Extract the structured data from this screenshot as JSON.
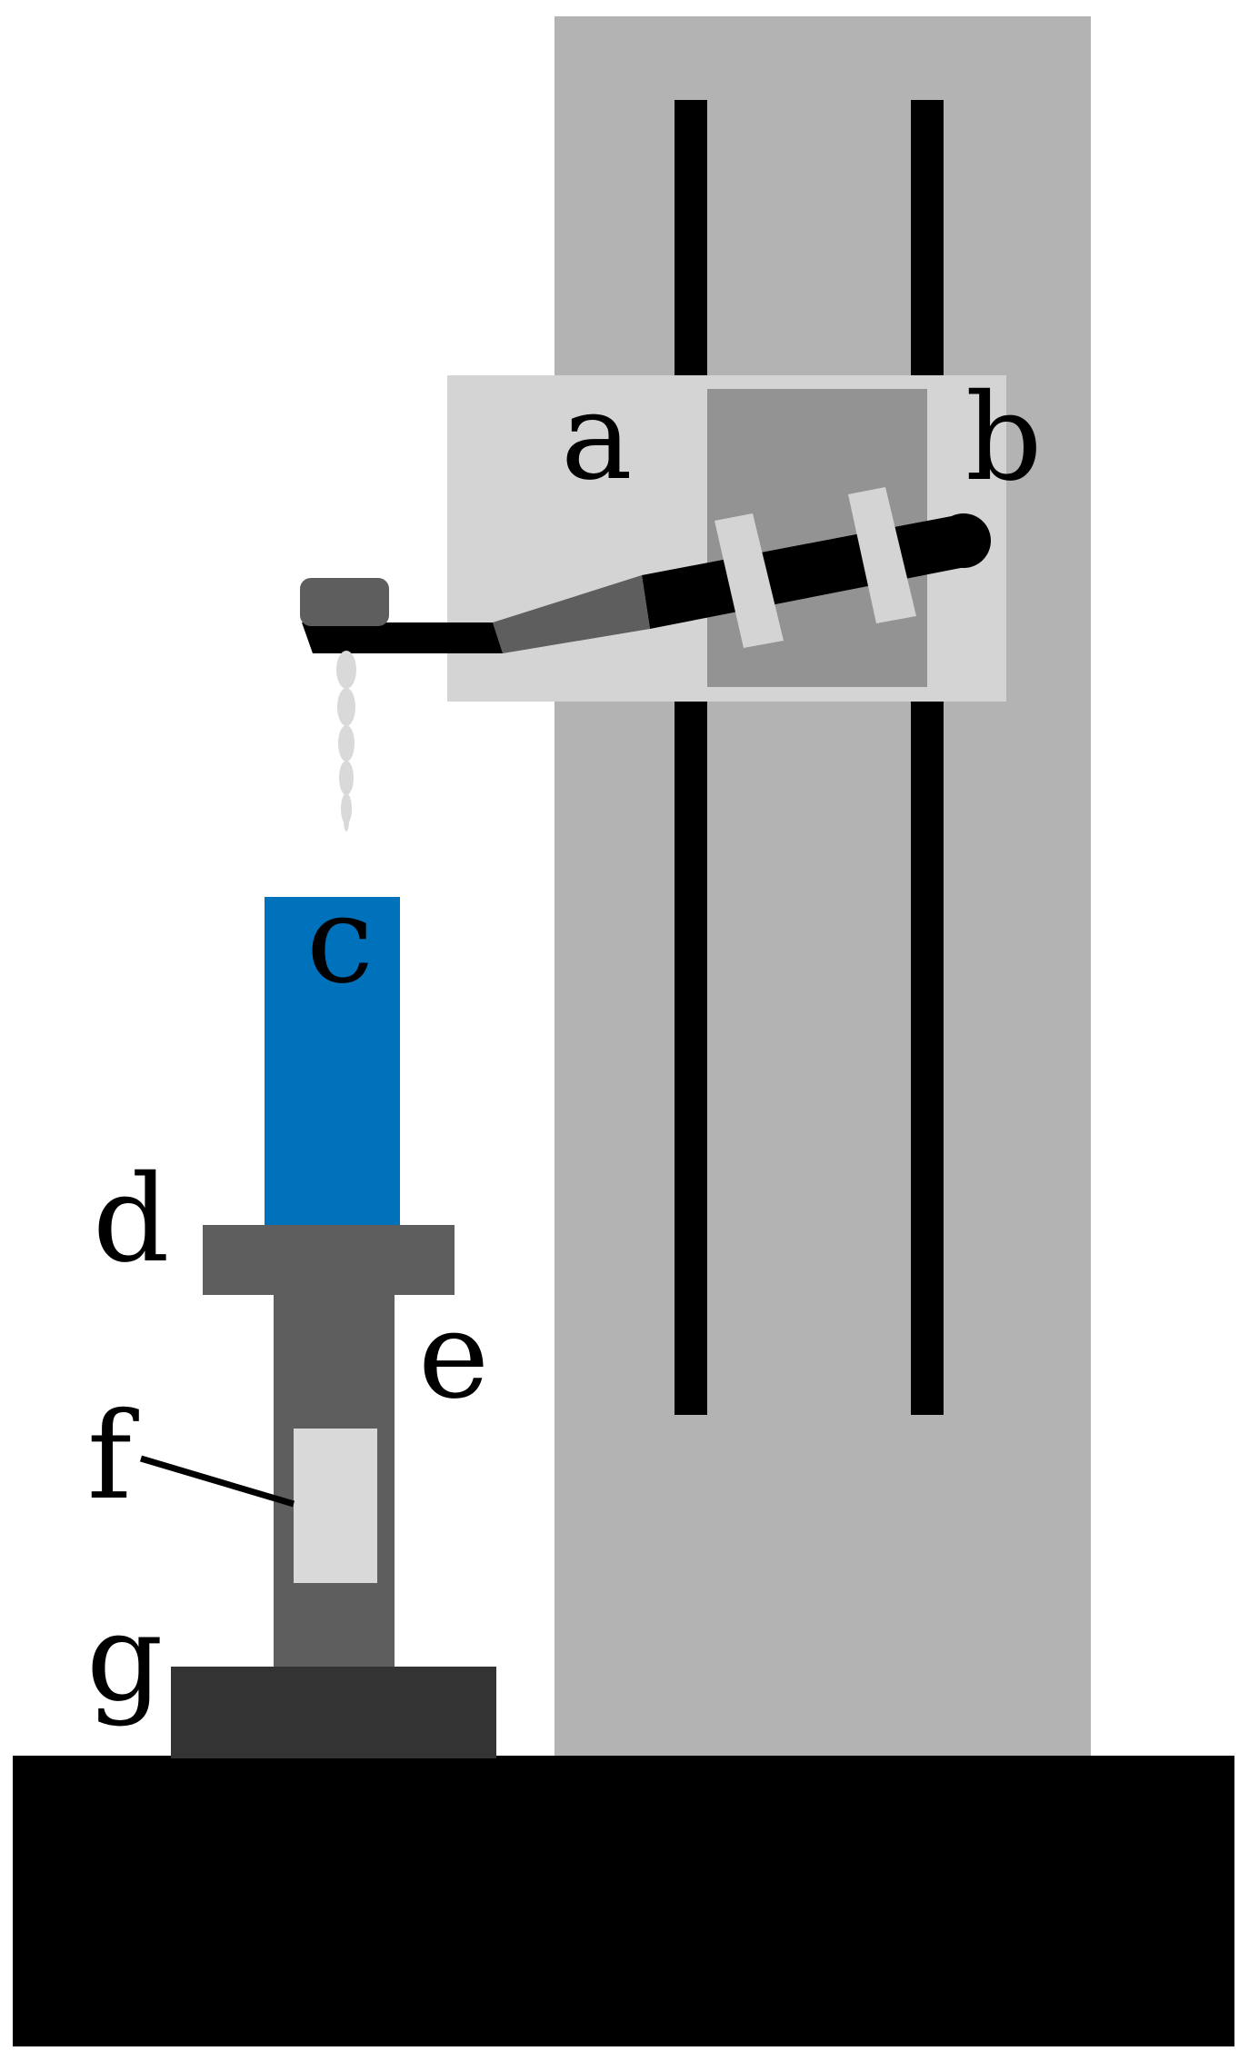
{
  "labels": {
    "a": "a",
    "b": "b",
    "c": "c",
    "d": "d",
    "e": "e",
    "f": "f",
    "g": "g"
  },
  "colors": {
    "base": "#000000",
    "column": "#b3b3b3",
    "rail": "#000000",
    "carriage": "#d4d4d4",
    "mount": "#939393",
    "clamp": "#d4d4d4",
    "handpiece_body": "#000000",
    "handpiece_neck": "#5e5e5e",
    "head": "#5e5e5e",
    "spray": "#d9d9d9",
    "specimen": "#0071bb",
    "holder": "#5e5e5e",
    "sensor": "#d9d9d9",
    "stand": "#333333"
  }
}
